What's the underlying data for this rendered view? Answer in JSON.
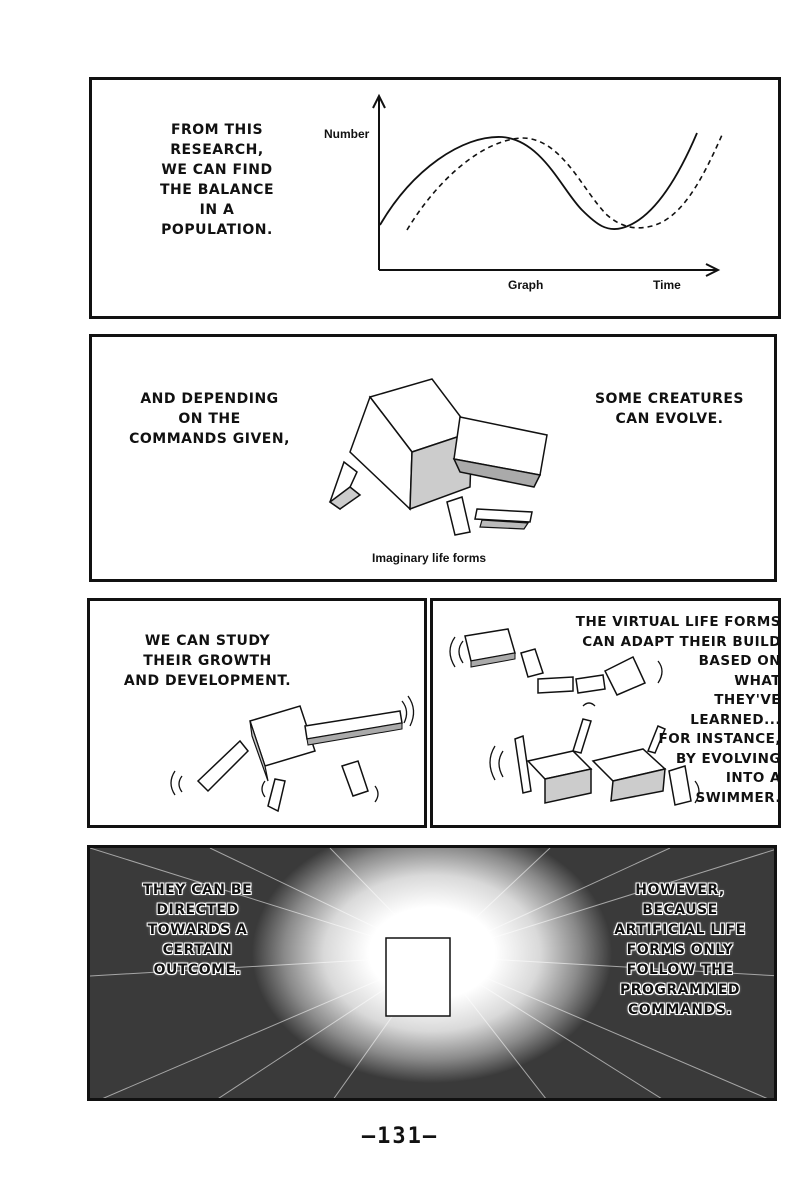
{
  "panels": {
    "research": {
      "caption": "FROM THIS\nRESEARCH,\nWE CAN FIND\nTHE BALANCE\nIN A POPULATION.",
      "graph_ylabel": "Number",
      "graph_title": "Graph",
      "graph_xlabel": "Time"
    },
    "commands": {
      "caption_left": "AND DEPENDING\nON THE\nCOMMANDS GIVEN,",
      "caption_right": "SOME CREATURES\nCAN EVOLVE.",
      "image_label": "Imaginary life forms"
    },
    "growth": {
      "caption": "WE CAN STUDY\nTHEIR GROWTH\nAND DEVELOPMENT."
    },
    "adapt": {
      "caption": "THE VIRTUAL LIFE FORMS\nCAN ADAPT THEIR BUILD\nBASED ON\nWHAT\nTHEY'VE\nLEARNED...\nFOR INSTANCE,\nBY EVOLVING\nINTO A\nSWIMMER."
    },
    "outcome": {
      "caption_left": "THEY CAN BE\nDIRECTED\nTOWARDS A\nCERTAIN\nOUTCOME.",
      "caption_right": "HOWEVER,\nBECAUSE\nARTIFICIAL LIFE\nFORMS ONLY\nFOLLOW THE\nPROGRAMMED\nCOMMANDS."
    }
  },
  "page_number": "—131—"
}
